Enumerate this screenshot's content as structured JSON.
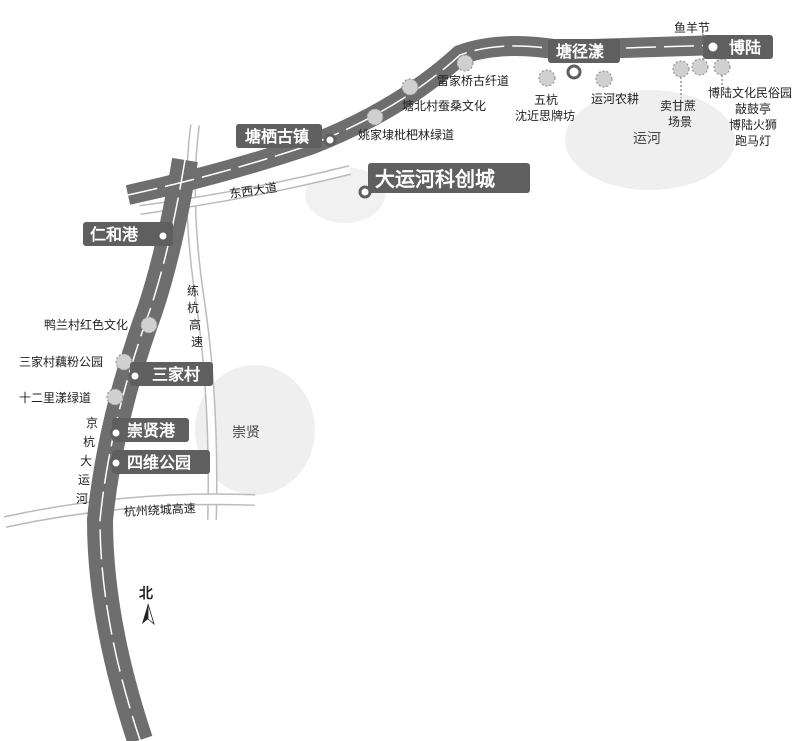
{
  "colors": {
    "canal": "#6e6e6e",
    "label_bg": "#5f5f5f",
    "area": "#ececec",
    "poi": "#cfcfcf"
  },
  "towns": {
    "tangqi": "塘栖古镇",
    "tangjingyang": "塘径漾",
    "bolu": "博陆",
    "renhe": "仁和港",
    "sanjia": "三家村",
    "chongxian_port": "崇贤港",
    "siwei": "四维公园",
    "kechuang": "大运河科创城"
  },
  "pois": {
    "leijiaqiao": "雷家桥古纤道",
    "tangbei": "塘北村蚕桑文化",
    "yaojia": "姚家埭枇杷林绿道",
    "wuhang1": "五杭",
    "wuhang2": "沈近思牌坊",
    "nonggeng": "运河农耕",
    "yuyang": "鱼羊节",
    "maiganzhe1": "卖甘蔗",
    "maiganzhe2": "场景",
    "bolu1": "博陆文化民俗园",
    "bolu2": "敲鼓亭",
    "bolu3": "博陆火狮",
    "bolu4": "跑马灯",
    "yalan": "鸭兰村红色文化",
    "oufen": "三家村藕粉公园",
    "shierli": "十二里漾绿道"
  },
  "roads": {
    "dongxi": "东西大道",
    "lianhang": [
      "练",
      "杭",
      "高",
      "速"
    ],
    "raocheng": "杭州绕城高速",
    "canal": [
      "京",
      "杭",
      "大",
      "运",
      "河"
    ]
  },
  "areas": {
    "yunhe": "运河",
    "chongxian": "崇贤"
  },
  "compass": "北"
}
